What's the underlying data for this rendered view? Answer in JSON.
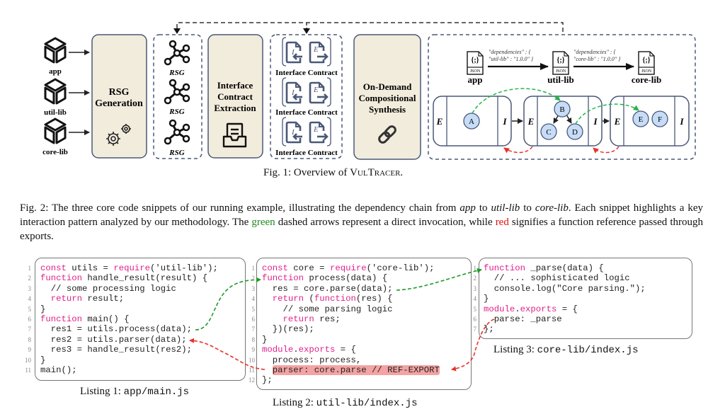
{
  "figure1": {
    "inputs": [
      {
        "label": "app",
        "icon": "package-cube-icon"
      },
      {
        "label": "util-lib",
        "icon": "package-cube-icon"
      },
      {
        "label": "core-lib",
        "icon": "package-cube-icon"
      }
    ],
    "rsg_generation": {
      "title_line1": "RSG",
      "title_line2": "Generation",
      "icon": "gears-icon"
    },
    "rsg_outputs": [
      "RSG",
      "RSG",
      "RSG"
    ],
    "contract_extraction": {
      "title_line1": "Interface",
      "title_line2": "Contract",
      "title_line3": "Extraction",
      "icon": "inbox-tray-icon"
    },
    "contracts": [
      {
        "label": "Interface Contract",
        "import_letter": "I",
        "export_letter": "E"
      },
      {
        "label": "Interface Contract",
        "import_letter": "I",
        "export_letter": "E"
      },
      {
        "label": "Interface Contract",
        "import_letter": "I",
        "export_letter": "E"
      }
    ],
    "synthesis": {
      "title_line1": "On-Demand",
      "title_line2": "Compositional",
      "title_line3": "Synthesis",
      "icon": "chain-link-icon"
    },
    "packages": [
      {
        "label": "app",
        "file_tag": "JSON"
      },
      {
        "label": "util-lib",
        "file_tag": "JSON"
      },
      {
        "label": "core-lib",
        "file_tag": "JSON"
      }
    ],
    "dependencies": [
      {
        "line1": "\"dependencies\" : {",
        "line2": "\"util-lib\" : \"1.0.0\" }"
      },
      {
        "line1": "\"dependencies\" : {",
        "line2": "\"core-lib\" : \"1.0.0\" }"
      }
    ],
    "modules": [
      {
        "left": "E",
        "right": "I",
        "nodes": [
          "A"
        ]
      },
      {
        "left": "E",
        "right": "I",
        "nodes": [
          "B",
          "C",
          "D"
        ]
      },
      {
        "left": "E",
        "right": "I",
        "nodes": [
          "E",
          "F"
        ]
      }
    ],
    "caption_prefix": "Fig. 1: Overview of ",
    "caption_name": "VulTracer",
    "caption_suffix": ".",
    "colors": {
      "box_fill": "#f2ecdc",
      "box_stroke": "#4a5878",
      "node_fill": "#c6dcf7",
      "green_arrow": "#27b34a",
      "red_arrow": "#e8312a"
    }
  },
  "figure2": {
    "caption_part1": "Fig. 2: The three core code snippets of our running example, illustrating the dependency chain from ",
    "caption_app": "app",
    "caption_part2": " to ",
    "caption_util": "util-lib",
    "caption_part3": " to ",
    "caption_core": "core-lib",
    "caption_part4": ". Each snippet highlights a key interaction pattern analyzed by our methodology. The ",
    "caption_green": "green",
    "caption_part5": " dashed arrows represent a direct invocation, while ",
    "caption_red": "red",
    "caption_part6": " signifies a function reference passed through exports."
  },
  "listings": [
    {
      "caption_prefix": "Listing 1: ",
      "caption_file": "app/main.js",
      "lines": [
        [
          {
            "k": "const"
          },
          {
            "t": " utils = "
          },
          {
            "k": "require"
          },
          {
            "t": "('util-lib');"
          }
        ],
        [
          {
            "k": "function"
          },
          {
            "t": " handle_result(result) {"
          }
        ],
        [
          {
            "t": "  // some processing logic"
          }
        ],
        [
          {
            "t": "  "
          },
          {
            "k": "return"
          },
          {
            "t": " result;"
          }
        ],
        [
          {
            "t": "}"
          }
        ],
        [
          {
            "k": "function"
          },
          {
            "t": " main() {"
          }
        ],
        [
          {
            "t": "  res1 = utils.process(data);"
          }
        ],
        [
          {
            "t": "  res2 = utils.parser(data);"
          }
        ],
        [
          {
            "t": "  res3 = handle_result(res2);"
          }
        ],
        [
          {
            "t": "}"
          }
        ],
        [
          {
            "t": "main();"
          }
        ]
      ]
    },
    {
      "caption_prefix": "Listing 2: ",
      "caption_file": "util-lib/index.js",
      "lines": [
        [
          {
            "k": "const"
          },
          {
            "t": " core = "
          },
          {
            "k": "require"
          },
          {
            "t": "('core-lib');"
          }
        ],
        [
          {
            "k": "function"
          },
          {
            "t": " process(data) {"
          }
        ],
        [
          {
            "t": "  res = core.parse(data);"
          }
        ],
        [
          {
            "t": "  "
          },
          {
            "k": "return"
          },
          {
            "t": " ("
          },
          {
            "k": "function"
          },
          {
            "t": "(res) {"
          }
        ],
        [
          {
            "t": "    // some parsing logic"
          }
        ],
        [
          {
            "t": "    "
          },
          {
            "k": "return"
          },
          {
            "t": " res;"
          }
        ],
        [
          {
            "t": "  })(res);"
          }
        ],
        [
          {
            "t": "}"
          }
        ],
        [
          {
            "k": "module"
          },
          {
            "t": "."
          },
          {
            "k": "exports"
          },
          {
            "t": " = {"
          }
        ],
        [
          {
            "t": "  process: process,"
          }
        ],
        [
          {
            "t": "  "
          },
          {
            "h": "parser: core.parse // REF-EXPORT"
          }
        ],
        [
          {
            "t": "};"
          }
        ]
      ]
    },
    {
      "caption_prefix": "Listing 3: ",
      "caption_file": "core-lib/index.js",
      "lines": [
        [
          {
            "k": "function"
          },
          {
            "t": " _parse(data) {"
          }
        ],
        [
          {
            "t": "  // ... sophisticated logic"
          }
        ],
        [
          {
            "t": "  console.log(\"Core parsing.\");"
          }
        ],
        [
          {
            "t": "}"
          }
        ],
        [
          {
            "k": "module"
          },
          {
            "t": "."
          },
          {
            "k": "exports"
          },
          {
            "t": " = {"
          }
        ],
        [
          {
            "t": "  parse: _parse"
          }
        ],
        [
          {
            "t": "};"
          }
        ]
      ]
    }
  ]
}
